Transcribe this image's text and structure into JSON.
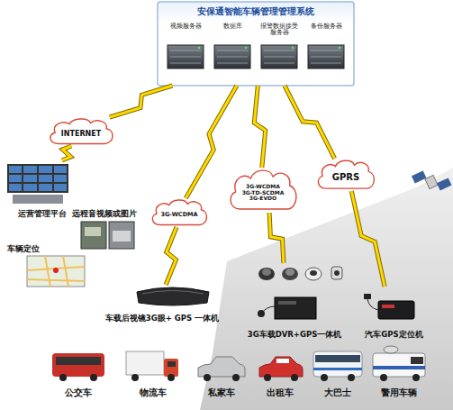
{
  "diagram": {
    "nodes": [
      {
        "text": [
          "安保通智能车辆管理管理系统"
        ]
      },
      {
        "text": [
          "视频服务器"
        ],
        "in": 0
      },
      {
        "text": [
          "数据库"
        ],
        "in": 0
      },
      {
        "text": [
          "报警数据接受服务器"
        ],
        "in": 0
      },
      {
        "text": [
          "备份服务器"
        ],
        "in": 0
      },
      {
        "text": [
          "INTERNET"
        ]
      },
      {
        "text": [
          "3G-WCDMA"
        ]
      },
      {
        "text": [
          "3G-WCDMA",
          "3G-TD-SCDMA",
          "3G-EVDO"
        ]
      },
      {
        "text": [
          "GPRS"
        ]
      },
      {
        "text": [
          "运营管理平台"
        ]
      },
      {
        "text": [
          "车载后视镜3G眼+ GPS 一体机"
        ]
      },
      {
        "text": [
          "3G车载DVR+GPS一体机"
        ]
      },
      {
        "text": [
          "汽车GPS定位机"
        ]
      }
    ],
    "edges": [
      {
        "from": 0,
        "to": 5,
        "arrow": "none"
      },
      {
        "from": 0,
        "to": 6,
        "arrow": "none"
      },
      {
        "from": 0,
        "to": 7,
        "arrow": "none"
      },
      {
        "from": 0,
        "to": 8,
        "arrow": "none"
      },
      {
        "from": 5,
        "to": 9,
        "arrow": "none"
      },
      {
        "from": 6,
        "to": 10,
        "arrow": "none"
      },
      {
        "from": 7,
        "to": 11,
        "arrow": "none"
      },
      {
        "from": 8,
        "to": 12,
        "arrow": "none"
      }
    ],
    "labels": [
      "远程音视频或图片",
      "车辆定位",
      "公交车",
      "物流车",
      "私家车",
      "出租车",
      "大巴士",
      "警用车辆"
    ]
  }
}
